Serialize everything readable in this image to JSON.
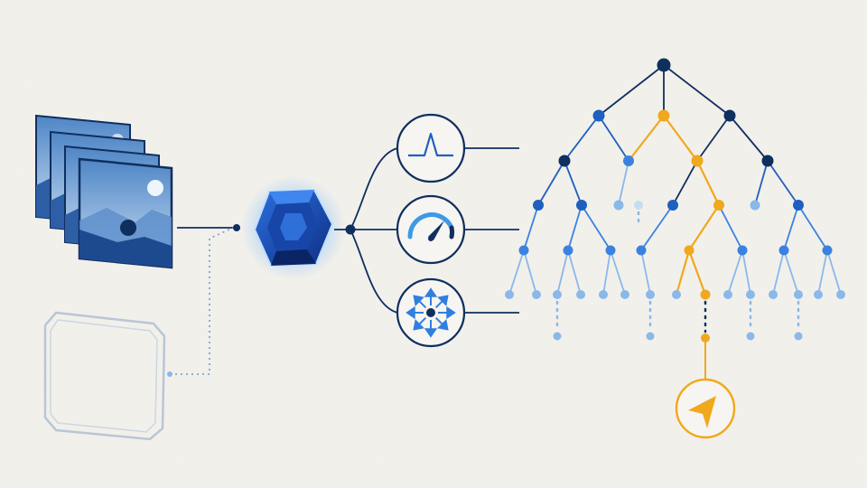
{
  "colors": {
    "background": "#f3f1ec",
    "navy": "#0f2f5e",
    "blue": "#1f5fbf",
    "mid_blue": "#3b82e0",
    "light_blue": "#8ab8ea",
    "gold": "#f0a81c",
    "gray_outline": "#b9c6d8"
  },
  "inputs": {
    "image_stack": {
      "count": 4,
      "icon": "landscape-image-stack-icon"
    },
    "empty_frame": {
      "icon": "empty-octagon-frame-icon"
    }
  },
  "encoder": {
    "icon": "blue-gem-hexagon-icon"
  },
  "heads": [
    {
      "icon": "pulse-peak-icon"
    },
    {
      "icon": "speed-gauge-icon"
    },
    {
      "icon": "expand-arrows-icon"
    }
  ],
  "tree": {
    "levels": 6,
    "highlight_color": "gold",
    "target": {
      "icon": "navigation-arrow-icon"
    }
  }
}
